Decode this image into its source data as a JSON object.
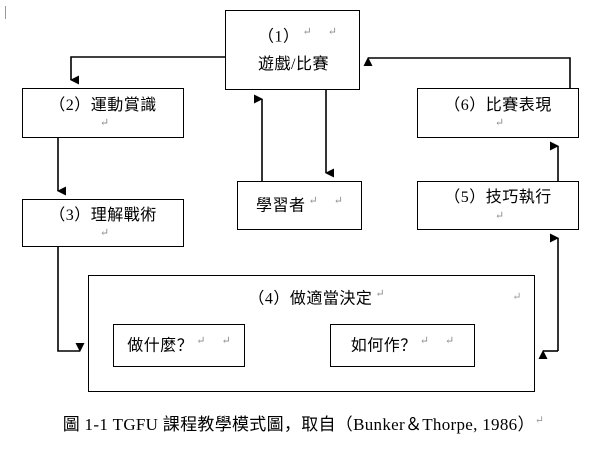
{
  "figure": {
    "caption": "圖 1-1 TGFU 課程教學模式圖，取自（Bunker＆Thorpe, 1986）",
    "caption_pilcrow": "↵"
  },
  "nodes": {
    "game": {
      "number": "（1）",
      "label": "遊戲/比賽",
      "pilcrow": "↵",
      "pilcrow2": "↵"
    },
    "appreciation": {
      "label": "（2）運動賞識",
      "pilcrow": "↵"
    },
    "tactics": {
      "label": "（3）理解戰術",
      "pilcrow": "↵"
    },
    "learner": {
      "label": "學習者",
      "pilcrow": "↵",
      "pilcrow2": "↵"
    },
    "performance": {
      "label": "（6）比賽表現",
      "pilcrow": "↵"
    },
    "skill": {
      "label": "（5）技巧執行",
      "pilcrow": "↵"
    },
    "decision": {
      "title": "（4）做適當決定",
      "pilcrow": "↵",
      "pilcrow_right": "↵",
      "what": {
        "label": "做什麼？",
        "pilcrow": "↵",
        "pilcrow2": "↵"
      },
      "how": {
        "label": "如何作？",
        "pilcrow": "↵",
        "pilcrow2": "↵"
      }
    }
  },
  "edges": [
    {
      "name": "game-to-appreciation",
      "from": "game",
      "to": "appreciation"
    },
    {
      "name": "appreciation-to-tactics",
      "from": "appreciation",
      "to": "tactics"
    },
    {
      "name": "tactics-to-decision",
      "from": "tactics",
      "to": "decision"
    },
    {
      "name": "decision-to-skill",
      "from": "decision",
      "to": "skill"
    },
    {
      "name": "skill-to-performance",
      "from": "skill",
      "to": "performance"
    },
    {
      "name": "performance-to-game",
      "from": "performance",
      "to": "game"
    },
    {
      "name": "learner-to-game",
      "from": "learner",
      "to": "game"
    },
    {
      "name": "game-to-learner",
      "from": "game",
      "to": "learner"
    }
  ],
  "style": {
    "stroke": "#000000",
    "background": "#ffffff",
    "pilcrow_color": "#8c8c8c"
  }
}
